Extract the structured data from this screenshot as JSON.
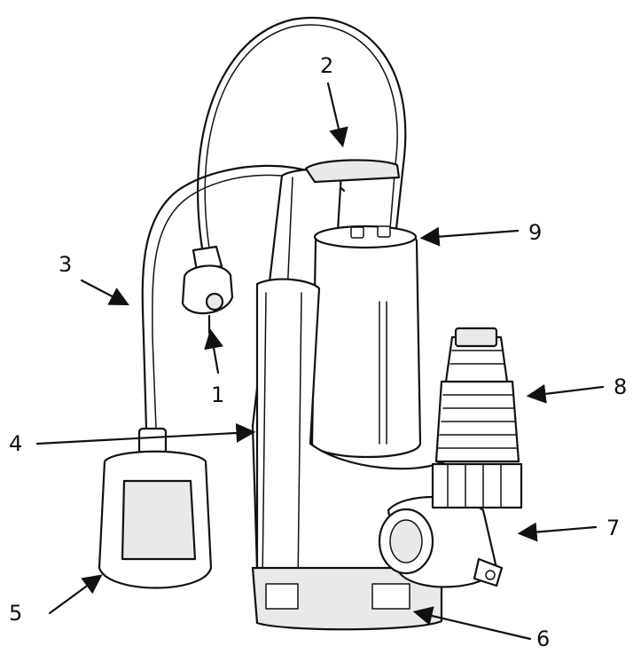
{
  "callouts": [
    {
      "number": "1",
      "part": "plug"
    },
    {
      "number": "2",
      "part": "top-handle"
    },
    {
      "number": "3",
      "part": "float-cable"
    },
    {
      "number": "4",
      "part": "pump-housing"
    },
    {
      "number": "5",
      "part": "float-switch"
    },
    {
      "number": "6",
      "part": "base-intake"
    },
    {
      "number": "7",
      "part": "elbow-outlet"
    },
    {
      "number": "8",
      "part": "hose-connector"
    },
    {
      "number": "9",
      "part": "motor-cap"
    }
  ]
}
